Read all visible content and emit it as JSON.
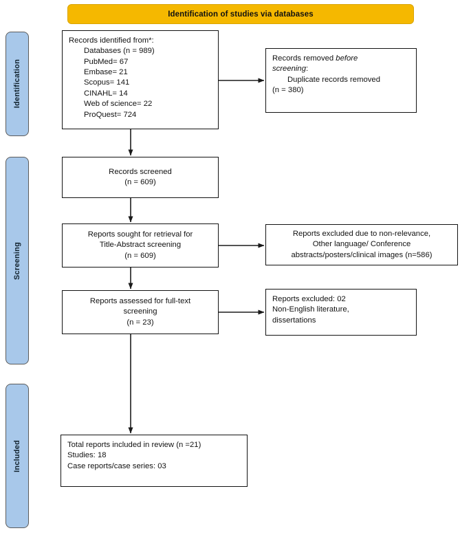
{
  "banner": {
    "title": "Identification of studies via databases",
    "bg_color": "#f5b800"
  },
  "phases": [
    {
      "id": "identification",
      "label": "Identification",
      "color": "#a8c8ea"
    },
    {
      "id": "screening",
      "label": "Screening",
      "color": "#a8c8ea"
    },
    {
      "id": "included",
      "label": "Included",
      "color": "#a8c8ea"
    }
  ],
  "boxes": {
    "identified": {
      "name": "records-identified-box",
      "lines": [
        "Records identified from*:",
        "Databases (n = 989)",
        "PubMed= 67",
        "Embase= 21",
        "Scopus= 141",
        "CINAHL= 14",
        "Web of science= 22",
        "ProQuest= 724"
      ]
    },
    "removed": {
      "name": "records-removed-box",
      "line1_a": "Records removed ",
      "line1_b": "before",
      "line2_italic": "screening",
      "line2_colon": ":",
      "line3": "Duplicate records removed",
      "line4": "(n = 380)"
    },
    "screened": {
      "name": "records-screened-box",
      "lines": [
        "Records screened",
        "(n = 609)"
      ]
    },
    "sought": {
      "name": "reports-sought-box",
      "lines": [
        "Reports sought for retrieval for",
        "Title-Abstract screening",
        "(n = 609)"
      ]
    },
    "excluded_relevance": {
      "name": "reports-excluded-relevance-box",
      "lines": [
        "Reports excluded due to non-relevance,",
        "Other language/ Conference",
        "abstracts/posters/clinical images (n=586)"
      ]
    },
    "assessed": {
      "name": "reports-assessed-box",
      "lines": [
        "Reports assessed for full-text",
        "screening",
        "(n = 23)"
      ]
    },
    "excluded_fulltext": {
      "name": "reports-excluded-fulltext-box",
      "lines": [
        "Reports excluded: 02",
        "Non-English literature,",
        "dissertations"
      ]
    },
    "included": {
      "name": "total-reports-included-box",
      "lines": [
        "Total reports included in review (n =21)",
        "Studies: 18",
        "Case reports/case series: 03"
      ]
    }
  }
}
